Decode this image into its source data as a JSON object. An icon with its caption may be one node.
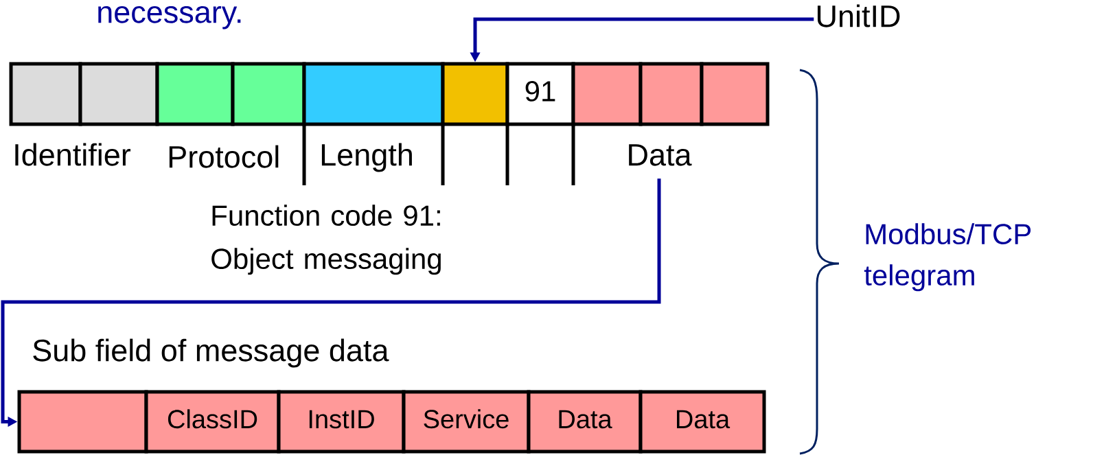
{
  "diagram": {
    "nodes": [
      {
        "text": [
          "UnitID"
        ]
      },
      {
        "text": [],
        "shape": "box"
      },
      {
        "text": [],
        "shape": "box"
      },
      {
        "text": [],
        "shape": "box"
      },
      {
        "text": [],
        "shape": "box"
      },
      {
        "text": [],
        "shape": "box"
      },
      {
        "text": [],
        "shape": "box"
      },
      {
        "text": [
          "91"
        ]
      },
      {
        "text": [],
        "shape": "box"
      },
      {
        "text": [],
        "shape": "box"
      },
      {
        "text": [],
        "shape": "box"
      },
      {
        "text": [
          "Data"
        ]
      },
      {
        "text": [],
        "shape": "box"
      },
      {
        "text": [
          "ClassID"
        ]
      },
      {
        "text": [
          "InstID"
        ]
      },
      {
        "text": [
          "Service"
        ]
      },
      {
        "text": [
          "Data"
        ]
      },
      {
        "text": [
          "Data"
        ]
      }
    ],
    "edges": [
      {
        "from": 0,
        "to": 6,
        "arrow": "to"
      },
      {
        "from": 11,
        "to": 12,
        "arrow": "to"
      }
    ],
    "labels": [
      "necessary.",
      "Identifier",
      "Protocol",
      "Length",
      "Function code 91: Object messaging",
      "Modbus/TCP telegram",
      "Sub field of message data"
    ]
  }
}
